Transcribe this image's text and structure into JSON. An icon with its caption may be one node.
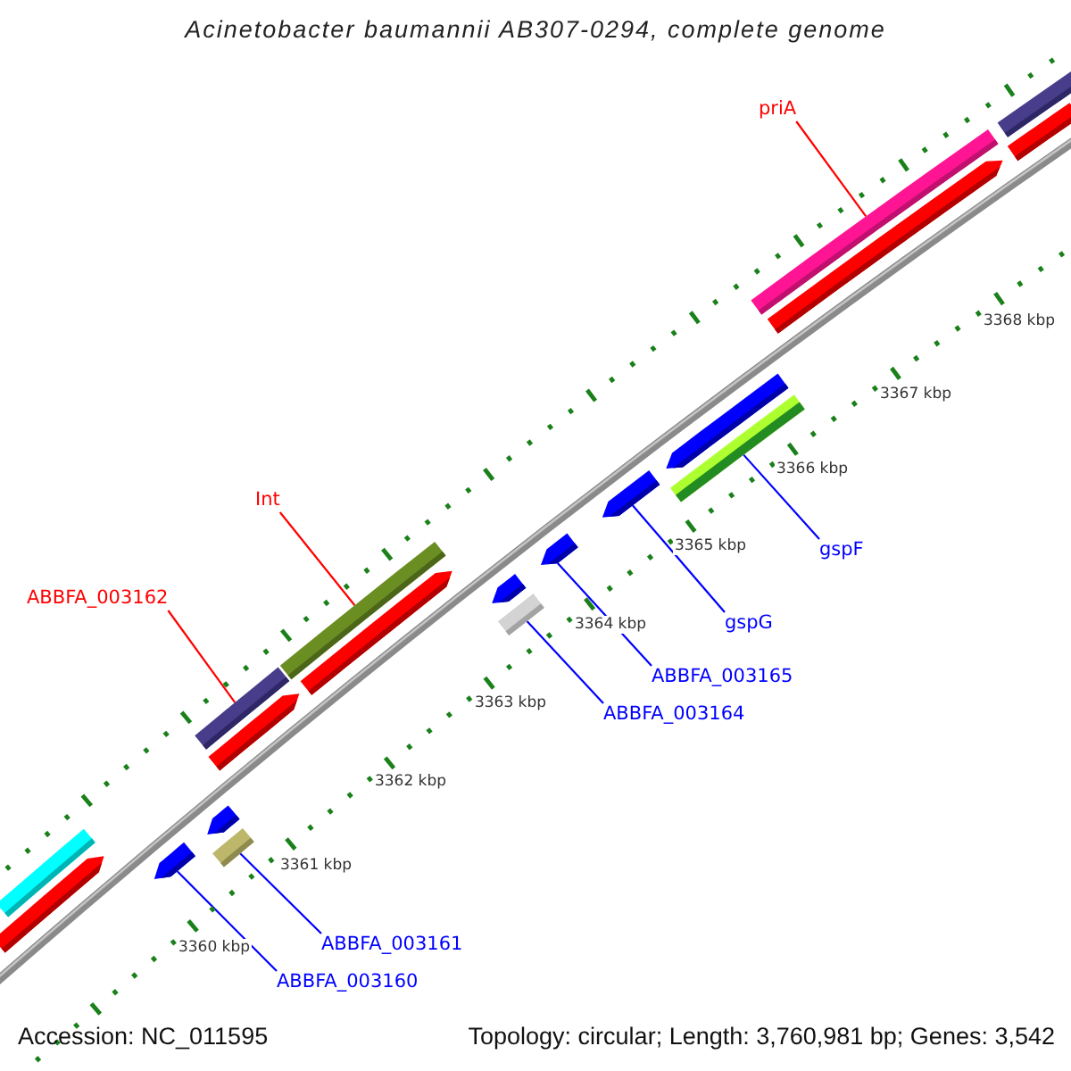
{
  "diagram": {
    "title": "Acinetobacter baumannii AB307-0294, complete genome",
    "nodes": [
      {
        "text": [
          "priA"
        ]
      },
      {
        "text": [
          "Int"
        ]
      },
      {
        "text": [
          "ABBFA_003162"
        ]
      },
      {
        "text": [
          "gspF"
        ]
      },
      {
        "text": [
          "gspG"
        ]
      },
      {
        "text": [
          "ABBFA_003165"
        ]
      },
      {
        "text": [
          "ABBFA_003164"
        ]
      },
      {
        "text": [
          "ABBFA_003161"
        ]
      },
      {
        "text": [
          "ABBFA_003160"
        ]
      },
      {
        "text": [],
        "shape": "bar"
      },
      {
        "text": [],
        "shape": "arrow"
      },
      {
        "text": [],
        "shape": "arrow"
      },
      {
        "text": [],
        "shape": "bar"
      },
      {
        "text": [],
        "shape": "arrow"
      },
      {
        "text": [],
        "shape": "arrow"
      },
      {
        "text": [],
        "shape": "bar"
      },
      {
        "text": [],
        "shape": "bar"
      },
      {
        "text": [],
        "shape": "arrow"
      },
      {
        "text": [],
        "shape": "arrow"
      },
      {
        "text": [],
        "shape": "bar"
      },
      {
        "text": [],
        "shape": "arrow"
      },
      {
        "text": [],
        "shape": "arrow"
      },
      {
        "text": [],
        "shape": "arrow"
      },
      {
        "text": [],
        "shape": "bar"
      },
      {
        "text": [],
        "shape": "bar"
      },
      {
        "text": [],
        "shape": "arrow"
      },
      {
        "text": [],
        "shape": "bar"
      },
      {
        "text": [],
        "shape": "bar"
      }
    ],
    "edges": [
      {
        "from": 0,
        "to": 24,
        "arrow": "none",
        "color": "#ff0000"
      },
      {
        "from": 1,
        "to": 16,
        "arrow": "none",
        "color": "#ff0000"
      },
      {
        "from": 2,
        "to": 12,
        "arrow": "none",
        "color": "#ff0000"
      },
      {
        "from": 3,
        "to": 23,
        "arrow": "none"
      },
      {
        "from": 4,
        "to": 21,
        "arrow": "none"
      },
      {
        "from": 5,
        "to": 20,
        "arrow": "none"
      },
      {
        "from": 6,
        "to": 19,
        "arrow": "none"
      },
      {
        "from": 7,
        "to": 15,
        "arrow": "none"
      },
      {
        "from": 8,
        "to": 11,
        "arrow": "none"
      }
    ],
    "labels": [
      "3360 kbp",
      "3361 kbp",
      "3362 kbp",
      "3363 kbp",
      "3364 kbp",
      "3365 kbp",
      "3366 kbp",
      "3367 kbp",
      "3368 kbp",
      "Accession: NC_011595",
      "Topology: circular; Length: 3,760,981 bp; Genes: 3,542"
    ]
  }
}
